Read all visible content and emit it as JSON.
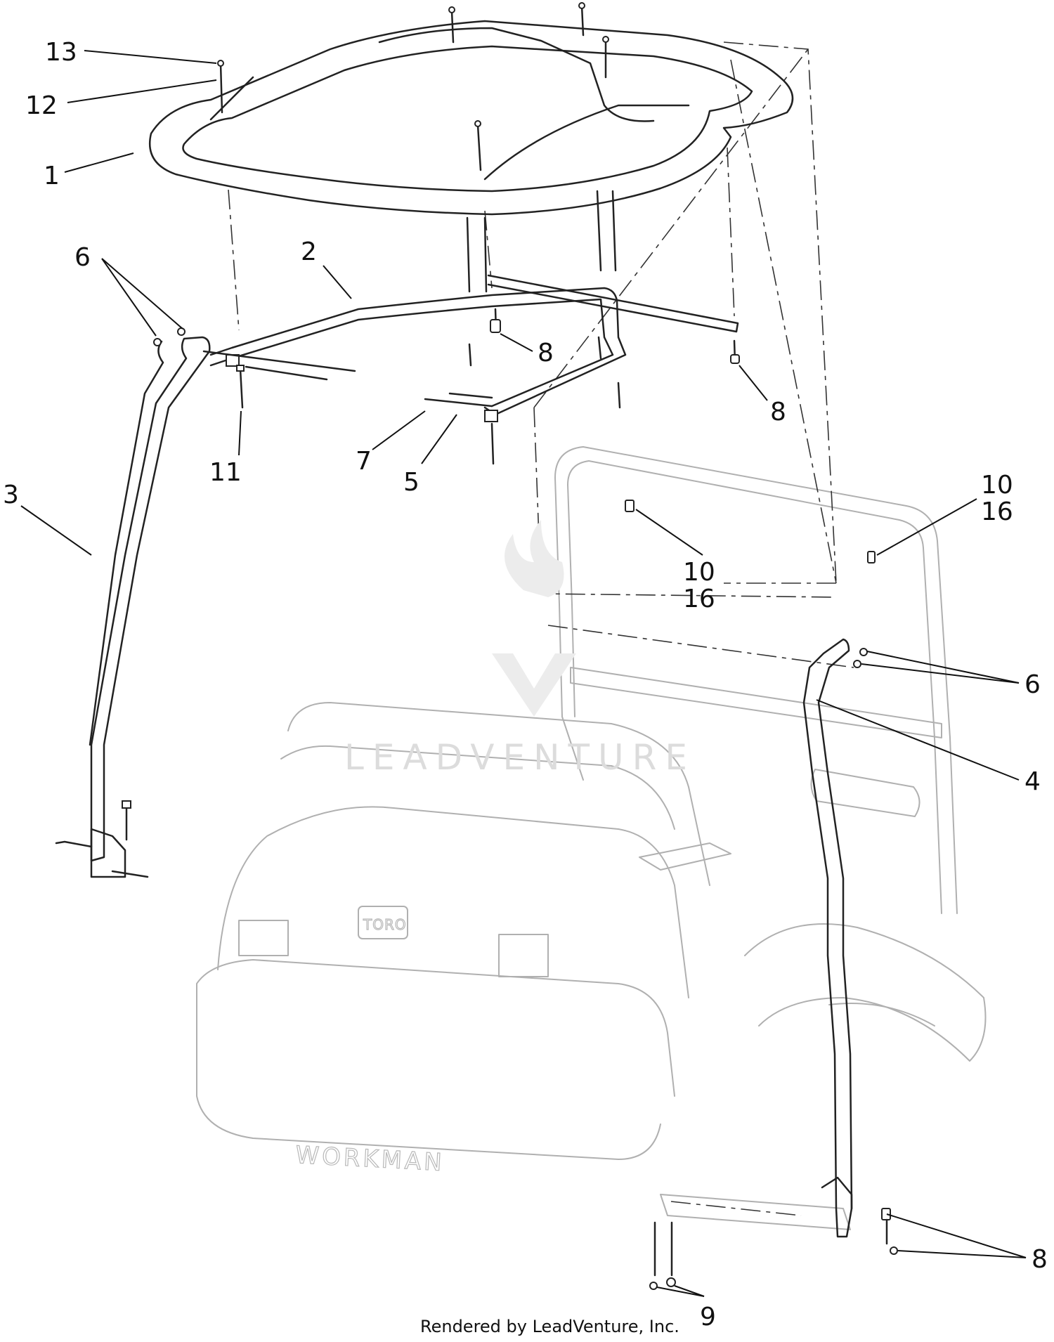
{
  "diagram": {
    "callouts": {
      "c1": "1",
      "c2": "2",
      "c3": "3",
      "c4": "4",
      "c5": "5",
      "c6a": "6",
      "c6b": "6",
      "c7": "7",
      "c8a": "8",
      "c8b": "8",
      "c8c": "8",
      "c9": "9",
      "c10a": "10",
      "c16a": "16",
      "c10b": "10",
      "c16b": "16",
      "c11": "11",
      "c12": "12",
      "c13": "13"
    },
    "ghost_text": {
      "brand_plate": "TORO",
      "tailgate": "WORKMAN"
    },
    "watermark": "LEADVENTURE",
    "footer": "Rendered by LeadVenture, Inc."
  }
}
